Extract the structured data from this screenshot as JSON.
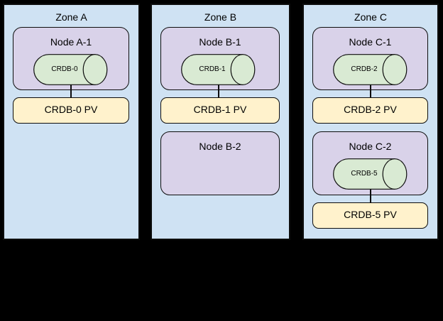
{
  "diagram": {
    "zones": [
      {
        "title": "Zone A",
        "node1": {
          "label": "Node A-1",
          "cylinder_label": "CRDB-0"
        },
        "pv1_label": "CRDB-0 PV"
      },
      {
        "title": "Zone B",
        "node1": {
          "label": "Node B-1",
          "cylinder_label": "CRDB-1"
        },
        "pv1_label": "CRDB-1 PV",
        "node2": {
          "label": "Node B-2"
        }
      },
      {
        "title": "Zone C",
        "node1": {
          "label": "Node C-1",
          "cylinder_label": "CRDB-2"
        },
        "pv1_label": "CRDB-2 PV",
        "node2": {
          "label": "Node C-2",
          "cylinder_label": "CRDB-5"
        },
        "pv2_label": "CRDB-5 PV"
      }
    ],
    "colors": {
      "canvas_background": "#000000",
      "zone_fill": "#cfe2f3",
      "node_fill": "#d9d2e9",
      "cylinder_fill": "#d9ead3",
      "pv_fill": "#fff2cc",
      "stroke": "#0d0d0d"
    }
  }
}
